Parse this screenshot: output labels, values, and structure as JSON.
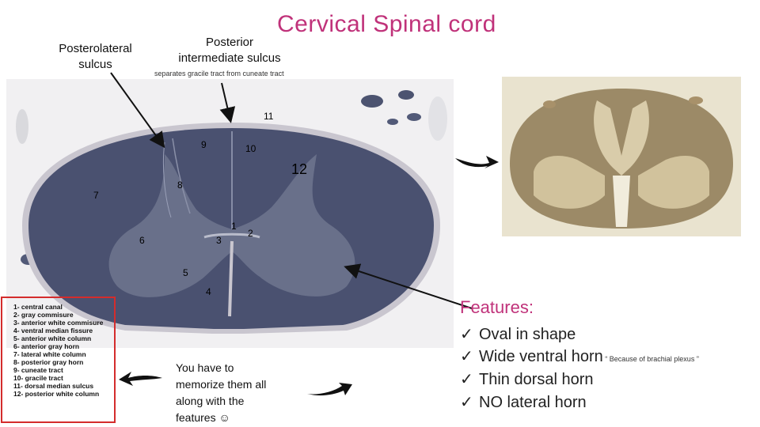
{
  "title": "Cervical Spinal cord",
  "labels": {
    "posterolateral": [
      "Posterolateral",
      "sulcus"
    ],
    "posterior_intermediate": [
      "Posterior",
      "intermediate sulcus"
    ],
    "posterior_intermediate_note": "separates gracile tract from cuneate tract"
  },
  "image_numbers": [
    "1",
    "2",
    "3",
    "4",
    "5",
    "6",
    "7",
    "8",
    "9",
    "10",
    "11",
    "12"
  ],
  "legend": [
    "1- central canal",
    "2- gray commisure",
    "3- anterior white commisure",
    "4- ventral median fissure",
    "5- anterior white column",
    "6- anterior gray horn",
    "7- lateral white column",
    "8- posterior gray horn",
    "9- cuneate tract",
    "10- gracile tract",
    "11- dorsal median sulcus",
    "12- posterior white column"
  ],
  "memo": [
    "You have to",
    "memorize them all",
    "along with the",
    "features ☺"
  ],
  "features": {
    "heading": "Features:",
    "items": [
      {
        "check": "✓",
        "strong": "",
        "text": "Oval in shape",
        "note": ""
      },
      {
        "check": "✓",
        "strong": "Wide",
        "text": " ventral horn",
        "note": " “ Because of brachial plexus ”"
      },
      {
        "check": "✓",
        "strong": "Thin",
        "text": " dorsal horn",
        "note": ""
      },
      {
        "check": "✓",
        "strong": "NO",
        "text": " lateral horn",
        "note": ""
      }
    ]
  },
  "colors": {
    "accent": "#c0327a",
    "legend_border": "#d42c2c",
    "tissue": "#4a5170"
  }
}
